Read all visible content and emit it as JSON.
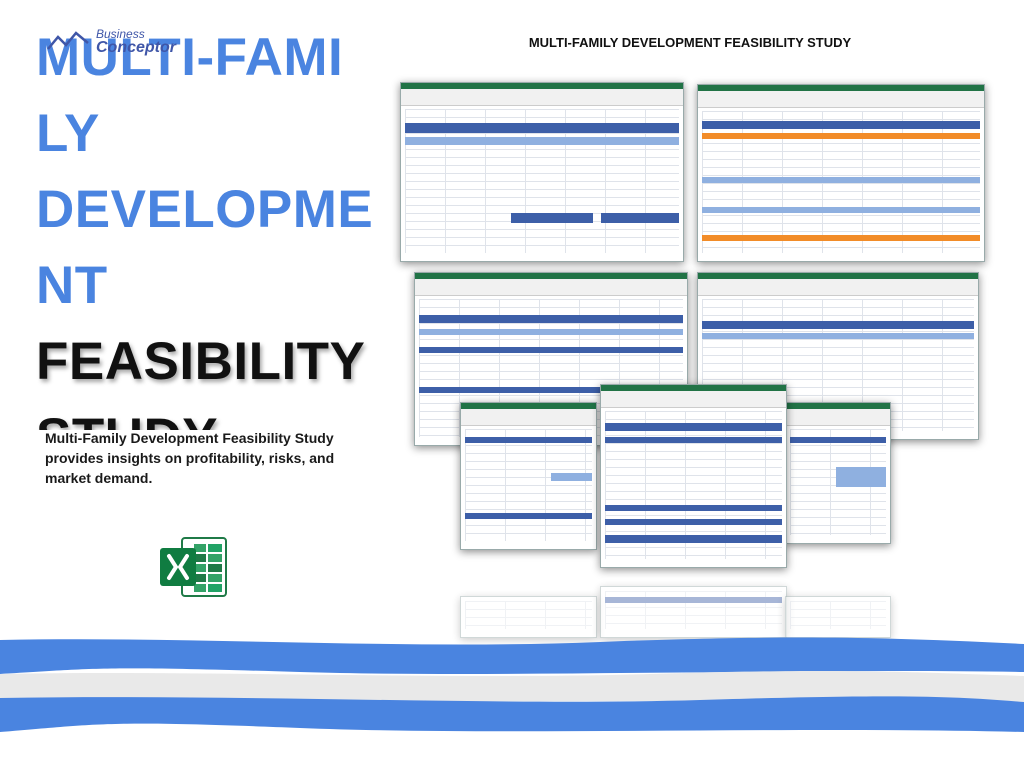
{
  "brand": {
    "line1": "Business",
    "line2": "Conceptor"
  },
  "title_lines": [
    "MULTI-FAMI",
    "LY",
    "DEVELOPME",
    "NT",
    "FEASIBILITY",
    "STUDY"
  ],
  "subtitle": "Multi-Family Development Feasibility Study provides insights on profitability, risks, and market demand.",
  "header": "MULTI-FAMILY DEVELOPMENT FEASIBILITY STUDY",
  "icon": "excel-icon",
  "colors": {
    "accent_blue": "#4a84e0",
    "dark_text": "#111111",
    "excel_green": "#217346",
    "wave_gray": "#e9e9e9"
  }
}
